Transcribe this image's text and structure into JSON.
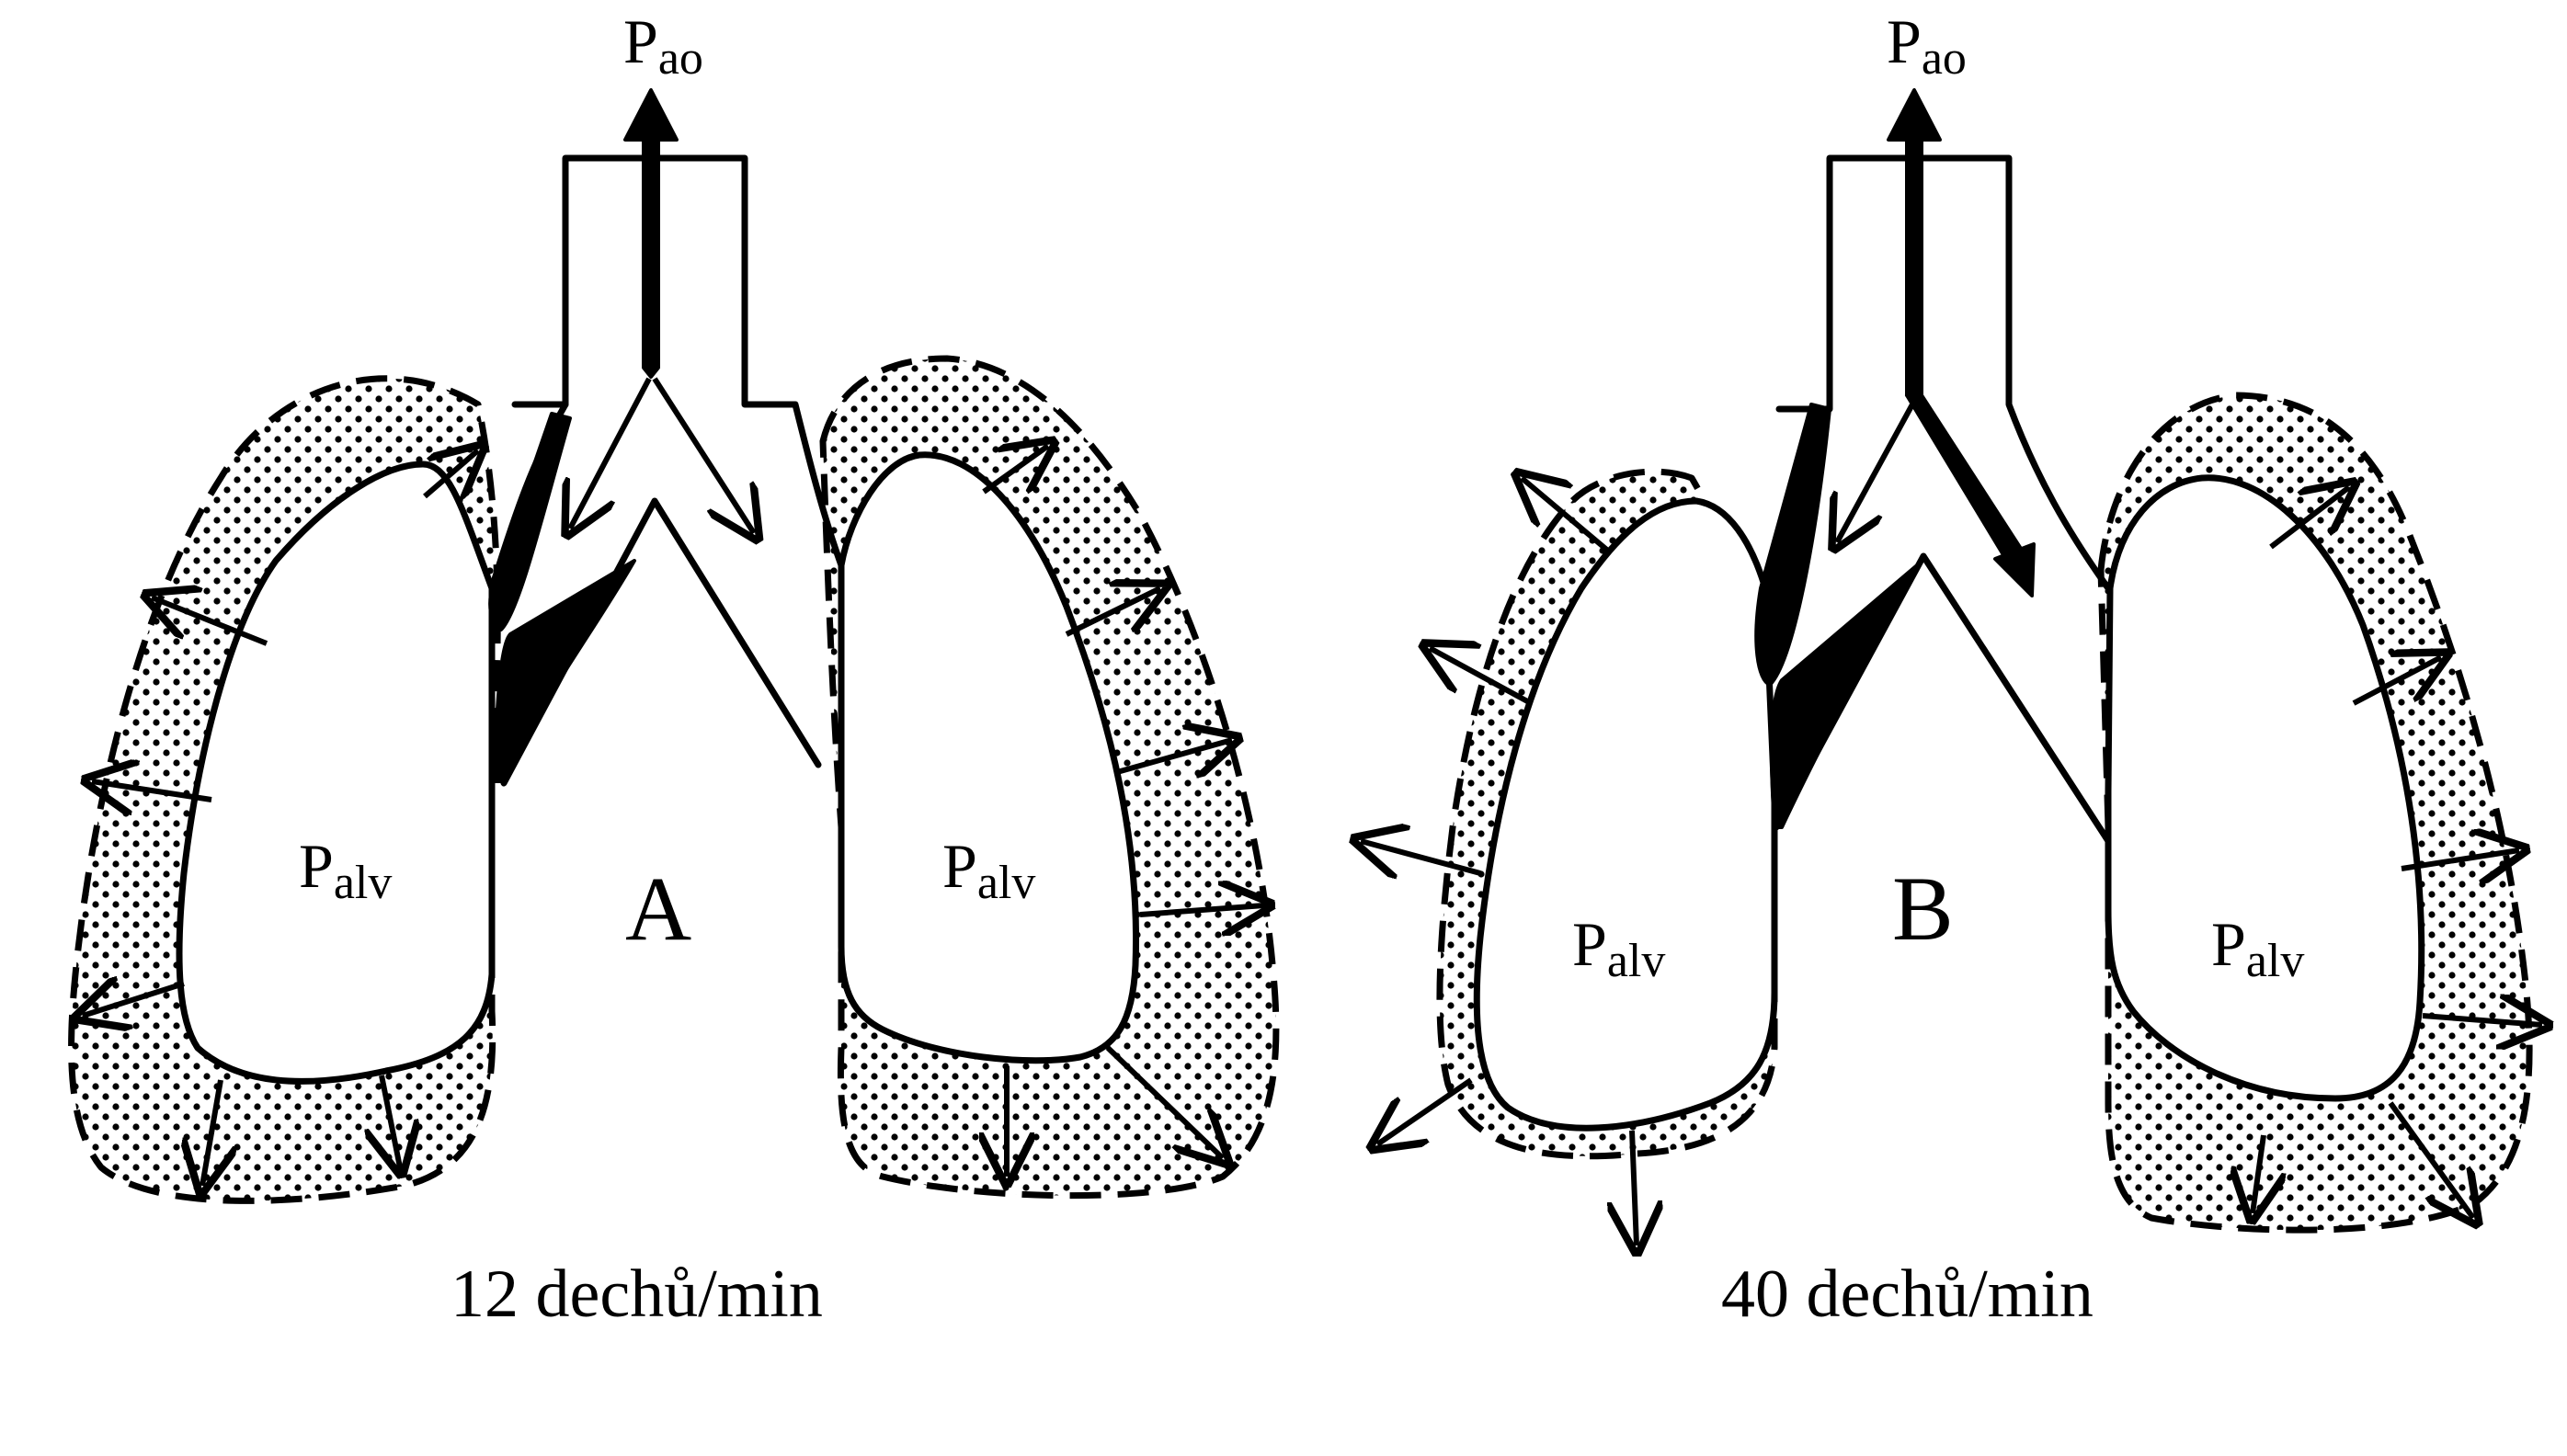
{
  "panels": [
    {
      "id": "A",
      "letter": "A",
      "airway_pressure": {
        "main": "P",
        "sub": "ao"
      },
      "left_alveolar_pressure": {
        "main": "P",
        "sub": "alv"
      },
      "right_alveolar_pressure": {
        "main": "P",
        "sub": "alv"
      },
      "caption": "12 dechů/min"
    },
    {
      "id": "B",
      "letter": "B",
      "airway_pressure": {
        "main": "P",
        "sub": "ao"
      },
      "left_alveolar_pressure": {
        "main": "P",
        "sub": "alv"
      },
      "right_alveolar_pressure": {
        "main": "P",
        "sub": "alv"
      },
      "caption": "40 dechů/min"
    }
  ]
}
